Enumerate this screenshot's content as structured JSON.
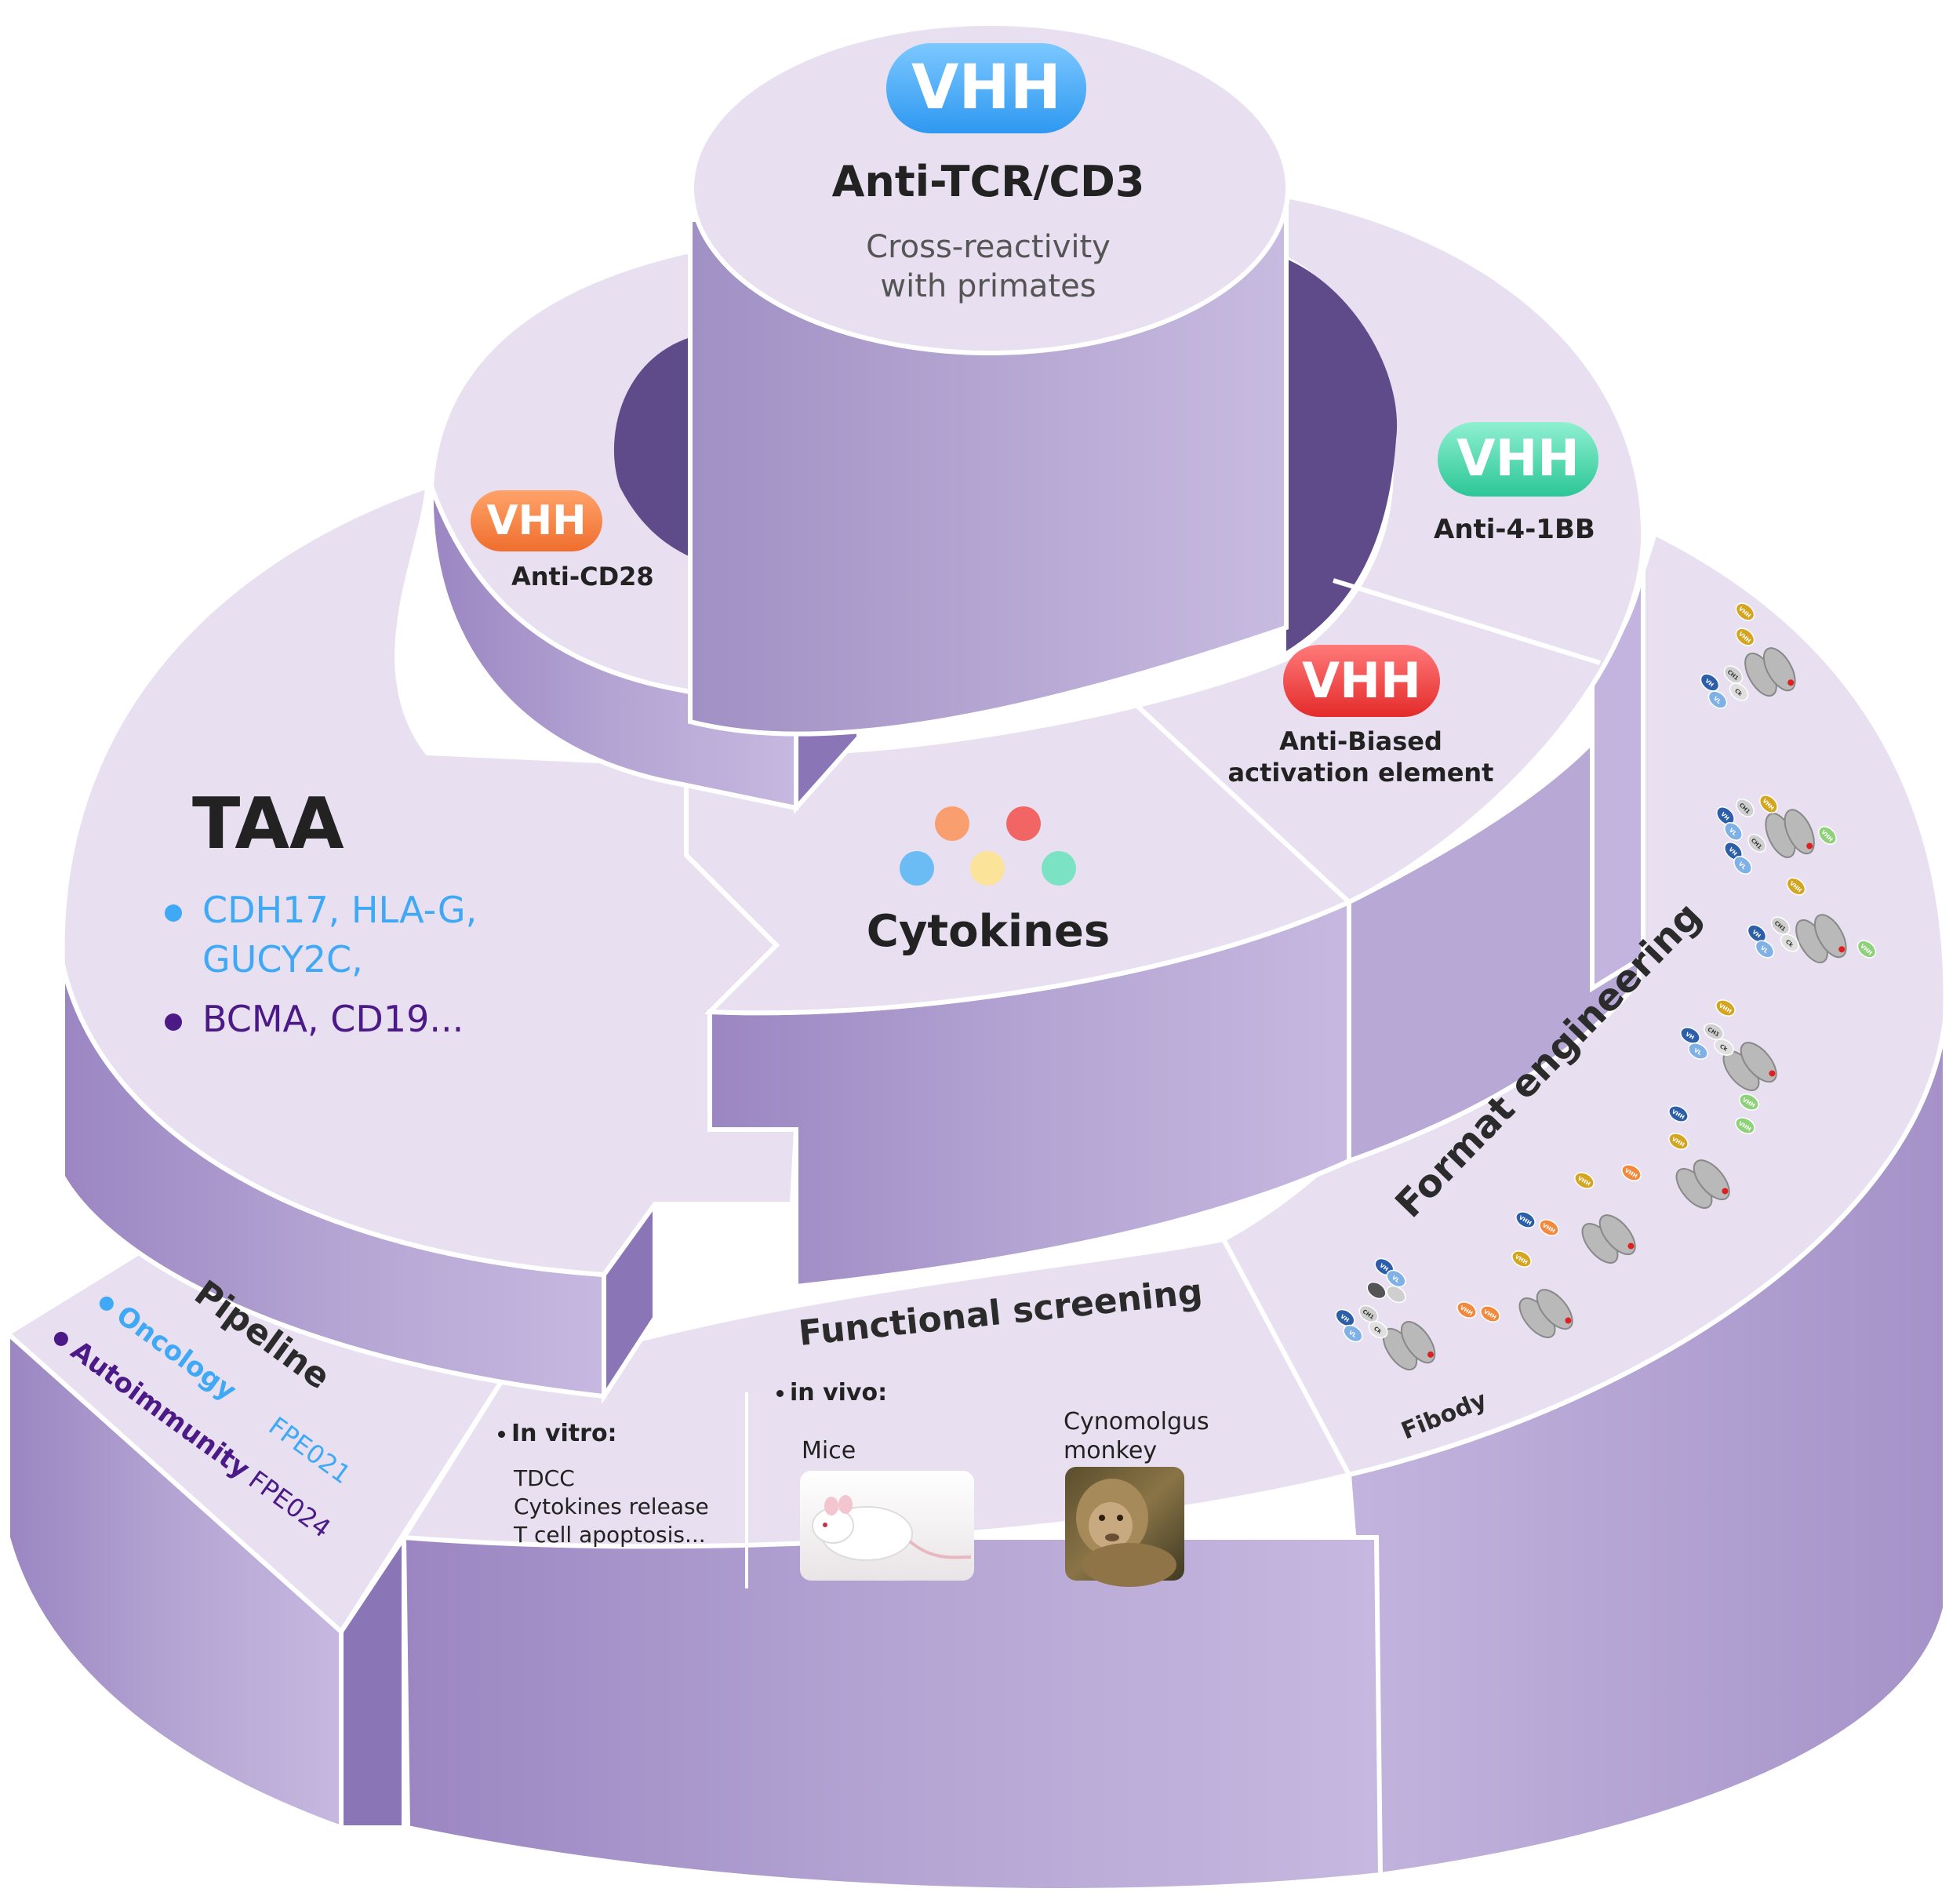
{
  "core": {
    "badge": "VHH",
    "title": "Anti-TCR/CD3",
    "subtitle_line1": "Cross-reactivity",
    "subtitle_line2": "with primates"
  },
  "cd28": {
    "badge": "VHH",
    "label": "Anti-CD28"
  },
  "anti41bb": {
    "badge": "VHH",
    "label": "Anti-4-1BB"
  },
  "biased": {
    "badge": "VHH",
    "label_line1": "Anti-Biased",
    "label_line2": "activation element"
  },
  "cytokines": {
    "label": "Cytokines"
  },
  "taa": {
    "title": "TAA",
    "items": [
      {
        "text_line1": "CDH17, HLA-G,",
        "text_line2": "GUCY2C,"
      },
      {
        "text_line1": "BCMA, CD19..."
      }
    ]
  },
  "pipeline": {
    "title": "Pipeline",
    "items": [
      {
        "name": "Oncology",
        "code": "FPE021"
      },
      {
        "name": "Autoimmunity",
        "code": "FPE024"
      }
    ]
  },
  "screening": {
    "title": "Functional screening",
    "invitro_label": "In vitro:",
    "invitro_items": [
      "TDCC",
      "Cytokines release",
      "T cell apoptosis..."
    ],
    "invivo_label": "in vivo:",
    "mice_label": "Mice",
    "monkey_line1": "Cynomolgus",
    "monkey_line2": "monkey"
  },
  "format": {
    "title": "Format engineering",
    "fibody_label": "Fibody",
    "domain_labels": {
      "vhh": "VHH",
      "vh": "VH",
      "vl": "VL",
      "ch1": "CH1",
      "ck": "Ck"
    }
  },
  "colors": {
    "top_face": "#e8e0f0",
    "side_face": "#a896c8",
    "inner_dark": "#5f4a8a",
    "edge": "#ffffff",
    "vhh_blue": "#3fa9f5",
    "vhh_orange": "#f58a4a",
    "vhh_green": "#3fd3a6",
    "vhh_red": "#ef3b3b",
    "oncology_blue": "#3fa9f5",
    "autoimmunity_purple": "#4b1a87"
  }
}
